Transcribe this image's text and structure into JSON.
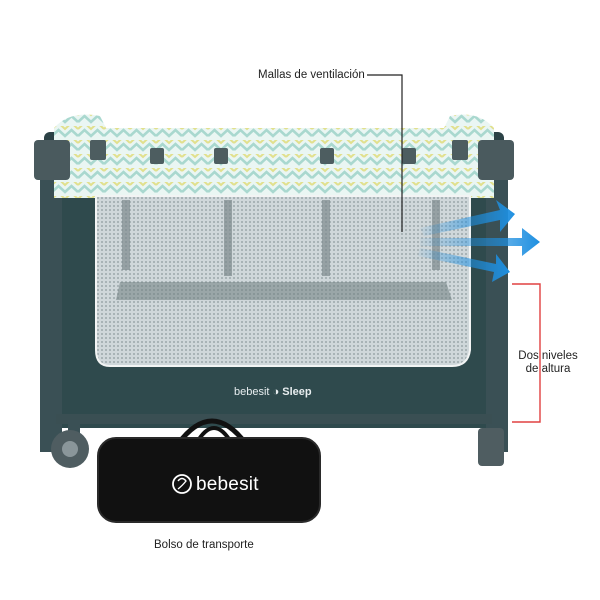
{
  "labels": {
    "ventilation": "Mallas de ventilación",
    "height_line1": "Dos niveles",
    "height_line2": "de altura",
    "bag": "Bolso de transporte"
  },
  "branding": {
    "crib_brand": "bebesit",
    "crib_product": "Sleep",
    "bag_brand": "bebesit"
  },
  "colors": {
    "frame": "#2c4246",
    "fabric": "#2f4a4d",
    "canopy_teal": "#a9d8cf",
    "canopy_yellow": "#e1e08d",
    "arrow_blue": "#1e8fe0",
    "bracket_red": "#e04040",
    "bag": "#111111"
  },
  "icons": [
    "airflow-arrows",
    "bebesit-logo-icon"
  ]
}
